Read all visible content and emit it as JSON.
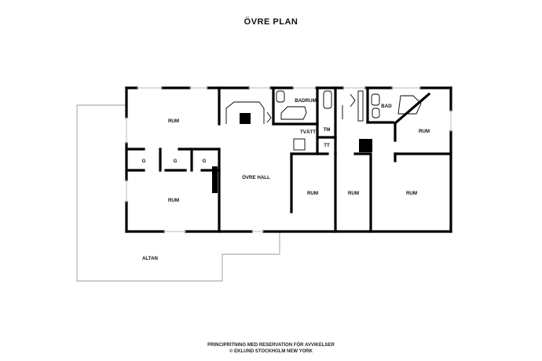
{
  "title": "ÖVRE PLAN",
  "rooms": {
    "rum_top_left": "RUM",
    "g1": "G",
    "g2": "G",
    "g3": "G",
    "rum_mid_left": "RUM",
    "ovre_hall": "ÖVRE HALL",
    "badrum": "BADRUM",
    "tvatt": "TVÄTT",
    "tm": "TM",
    "tt": "TT",
    "bad": "BAD",
    "rum_right_top": "RUM",
    "rum_center_1": "RUM",
    "rum_center_2": "RUM",
    "rum_right": "RUM",
    "altan": "ALTAN"
  },
  "footer": {
    "line1": "PRINCIPRITNING MED RESERVATION FÖR AVVIKELSER",
    "line2": "© EKLUND STOCKHOLM NEW YORK"
  }
}
